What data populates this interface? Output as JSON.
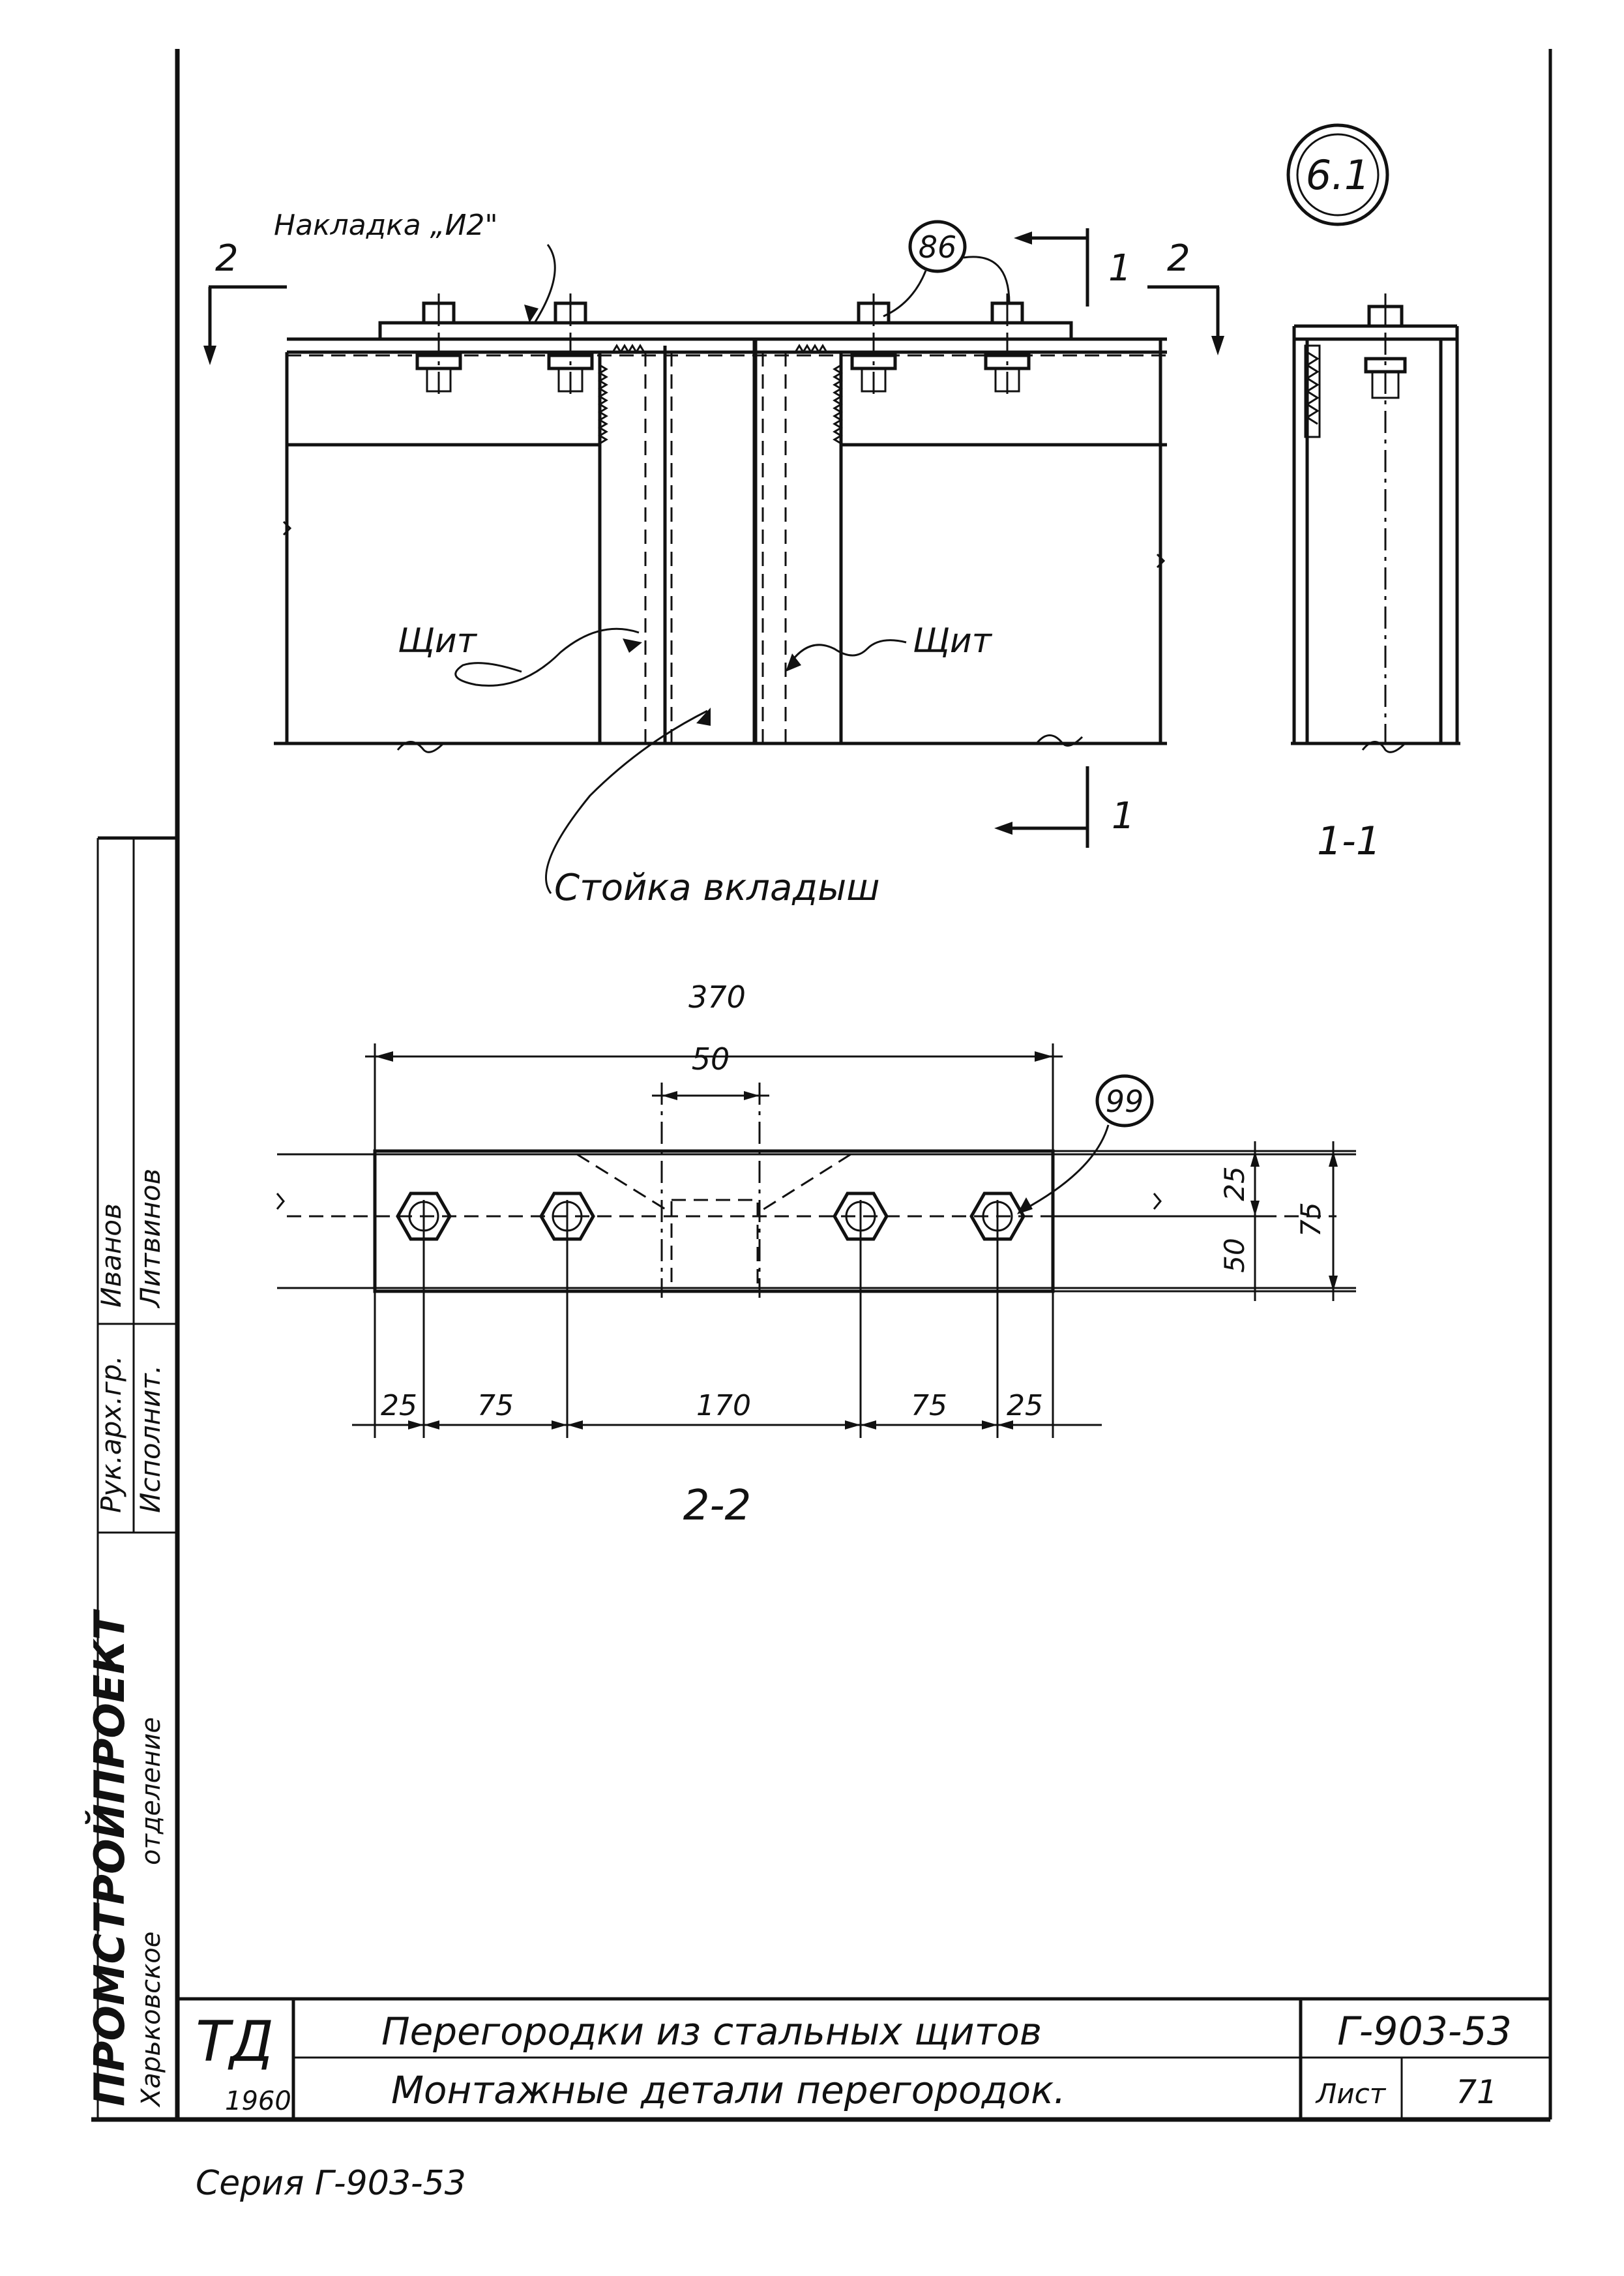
{
  "stamp": {
    "label": "6.1"
  },
  "elevation": {
    "overlay_label": "Накладка „И2\"",
    "marker_86": "86",
    "panel_left": "Щит",
    "panel_right": "Щит",
    "stud_label": "Стойка вкладыш",
    "cut1_top": "1",
    "cut1_bottom": "1",
    "cut2_left": "2",
    "cut2_right": "2"
  },
  "section_1_1": {
    "title": "1-1"
  },
  "section_2_2": {
    "title": "2-2",
    "marker_99": "99",
    "dims": {
      "total_width": "370",
      "center_width": "50",
      "edge_25_top": "25",
      "hole_50": "50",
      "height_75": "75",
      "bottom_left_25": "25",
      "bottom_75_left": "75",
      "bottom_170": "170",
      "bottom_75_right": "75",
      "bottom_right_25": "25"
    }
  },
  "side_block": {
    "org_large": "ПРОМСТРОЙПРОЕКТ",
    "org_city": "Харьковское",
    "org_dept": "отделение",
    "role1": "Рук.арх.гр.",
    "name1": "Иванов",
    "role2": "Исполнит.",
    "name2": "Литвинов"
  },
  "title_block": {
    "logo": "ТД",
    "year": "1960",
    "line1": "Перегородки из стальных щитов",
    "line2": "Монтажные детали перегородок.",
    "series_code": "Г-903-53",
    "sheet_label": "Лист",
    "sheet_number": "71"
  },
  "footer": {
    "series": "Серия Г-903-53"
  }
}
